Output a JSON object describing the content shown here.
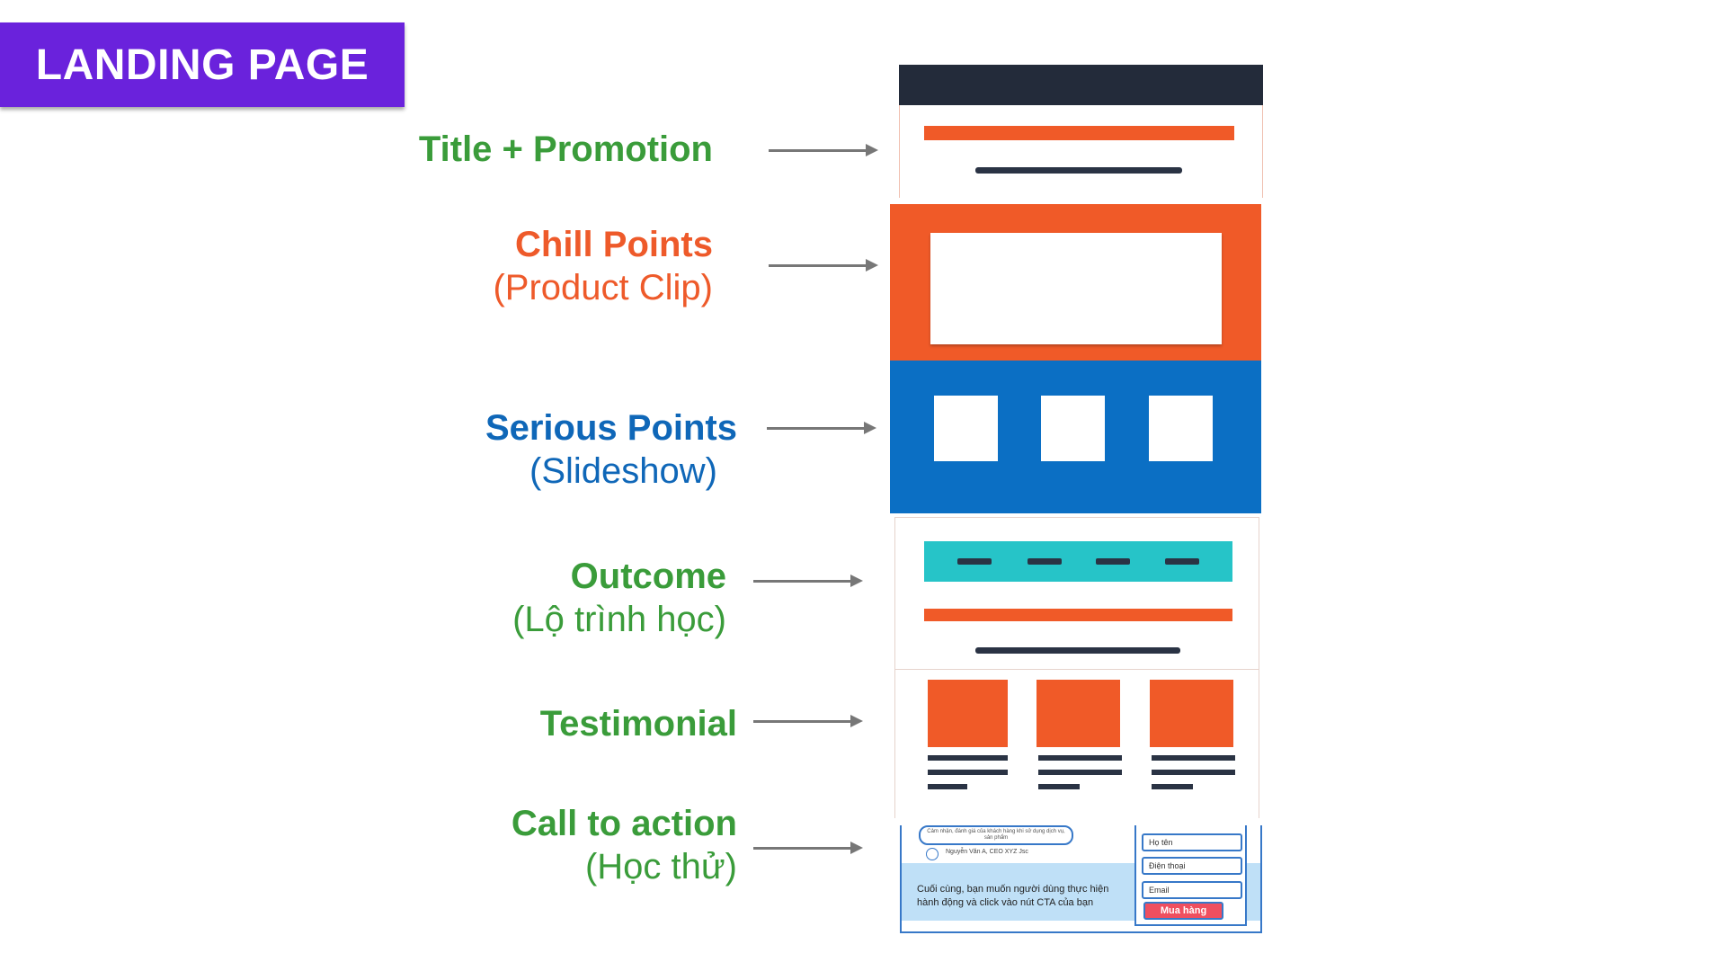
{
  "banner": {
    "title": "LANDING PAGE",
    "color": "#6a22dc"
  },
  "sections": [
    {
      "title": "Title + Promotion",
      "subtitle": "",
      "color": "#3a9c3a"
    },
    {
      "title": "Chill Points",
      "subtitle": "(Product Clip)",
      "color": "#ee5a2a"
    },
    {
      "title": "Serious Points",
      "subtitle": "(Slideshow)",
      "color": "#0f67b8"
    },
    {
      "title": "Outcome",
      "subtitle": "(Lộ trình học)",
      "color": "#3a9c3a"
    },
    {
      "title": "Testimonial",
      "subtitle": "",
      "color": "#3a9c3a"
    },
    {
      "title": "Call to action",
      "subtitle": "(Học thử)",
      "color": "#3a9c3a"
    }
  ],
  "mockup": {
    "testimonial_quote": "Cảm nhận, đánh giá của khách hàng khi sử dụng dịch vụ, sản phẩm",
    "testimonial_author": "Nguyễn Văn A, CEO XYZ Jsc",
    "cta_text": "Cuối cùng, bạn muốn người dùng thực hiện hành động và click vào nút CTA của bạn",
    "form_name": "Họ tên",
    "form_phone": "Điện thoại",
    "form_email": "Email",
    "form_button": "Mua hàng"
  },
  "colors": {
    "dark": "#232b3a",
    "orange": "#f05a28",
    "blue": "#0b6fc4",
    "teal": "#26c4c8",
    "light_blue": "#bfe0f7"
  }
}
